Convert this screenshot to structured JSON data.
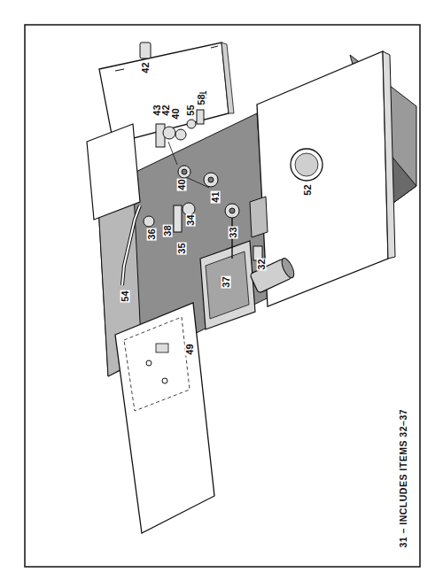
{
  "diagram": {
    "labels": [
      "41",
      "42",
      "58",
      "55",
      "43",
      "42",
      "40",
      "33",
      "37",
      "52",
      "40",
      "41",
      "34",
      "38",
      "36",
      "35",
      "32",
      "54",
      "49",
      "31 – INCLUDES ITEMS 32–37"
    ]
  }
}
